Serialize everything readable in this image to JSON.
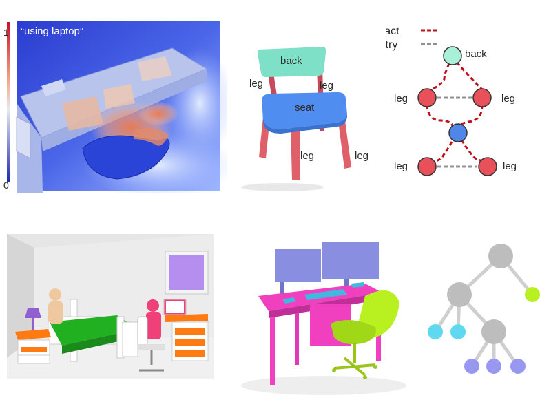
{
  "heatmap_panel": {
    "caption": "“using laptop”",
    "scale_max": "1",
    "scale_min": "0",
    "colors": {
      "cold": "#2b3fd6",
      "warm": "#f07a4a",
      "hot": "#c8102e"
    }
  },
  "chair_panel": {
    "labels": {
      "back": "back",
      "seat": "seat",
      "leg": "leg"
    },
    "colors": {
      "back": "#7fe0c8",
      "seat": "#4f8ef0",
      "legs": "#e0606a"
    }
  },
  "graph_panel": {
    "legend": {
      "contact": "contact",
      "symmetry": "symmetry"
    },
    "node_labels": {
      "back": "back",
      "leg": "leg"
    },
    "colors": {
      "back_node": "#a8f0d8",
      "seat_node": "#4f86e8",
      "leg_node": "#e8505a",
      "contact_edge": "#c0101c",
      "symmetry_edge": "#909090"
    }
  },
  "bedroom_panel": {
    "colors": {
      "bed": "#20b020",
      "nightstand": "#ff7a10",
      "lamp": "#9060d0",
      "picture": "#b58ef0",
      "person_a": "#f0c8a0",
      "person_b": "#f0407a"
    }
  },
  "desk_panel": {
    "colors": {
      "desk": "#f040c0",
      "monitor": "#8a8ee0",
      "chair": "#b8f020",
      "keyboard": "#40b8e0"
    }
  },
  "tree_panel": {
    "colors": {
      "inner": "#bdbdbd",
      "leaf_green": "#b8f020",
      "leaf_cyan": "#60d8f0",
      "leaf_purple": "#9898f0"
    }
  }
}
